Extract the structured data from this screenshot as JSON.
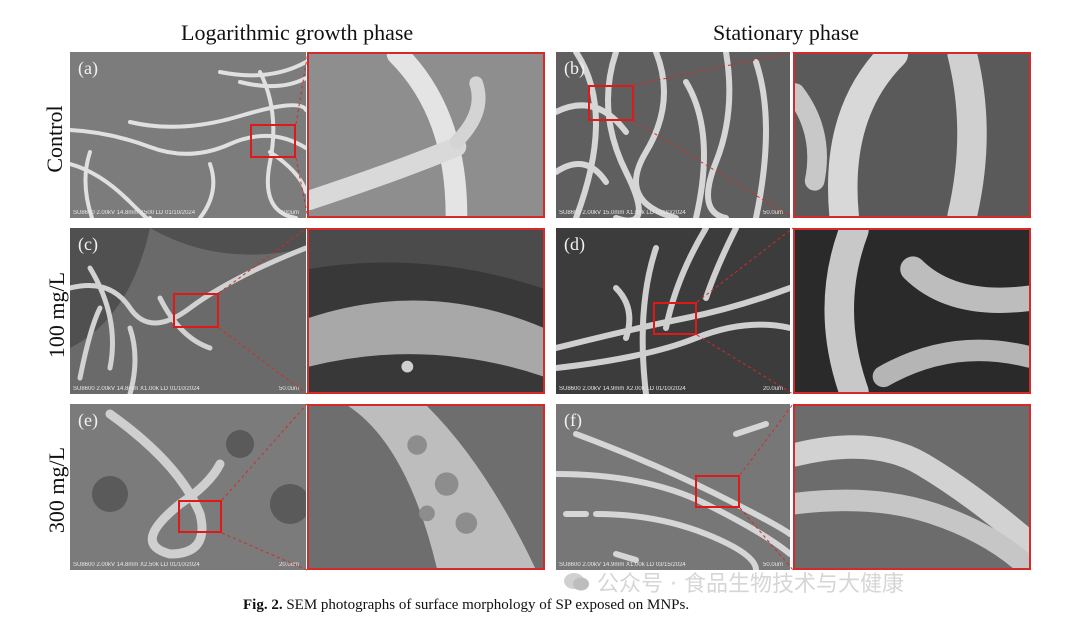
{
  "figure": {
    "columns": [
      "Logarithmic growth phase",
      "Stationary phase"
    ],
    "rows": [
      "Control",
      "100 mg/L",
      "300 mg/L"
    ],
    "panels": [
      {
        "id": "a",
        "label": "(a)",
        "meta": "SU8600 2.00kV 14.8mm X500 LD 01/10/2024",
        "scale": "100um"
      },
      {
        "id": "b",
        "label": "(b)",
        "meta": "SU8600 2.00kV 15.0mm X1.00k LD 03/20/2024",
        "scale": "50.0um"
      },
      {
        "id": "c",
        "label": "(c)",
        "meta": "SU8600 2.00kV 14.8mm X1.00k LD 01/10/2024",
        "scale": "50.0um"
      },
      {
        "id": "d",
        "label": "(d)",
        "meta": "SU8600 2.00kV 14.9mm X2.00k LD 01/10/2024",
        "scale": "20.0um"
      },
      {
        "id": "e",
        "label": "(e)",
        "meta": "SU8600 2.00kV 14.8mm X2.50k LD 01/10/2024",
        "scale": "20.0um"
      },
      {
        "id": "f",
        "label": "(f)",
        "meta": "SU8600 2.00kV 14.9mm X1.00k LD 03/15/2024",
        "scale": "50.0um"
      }
    ],
    "caption_prefix": "Fig. 2.",
    "caption_text": "SEM photographs of surface morphology of SP exposed on MNPs."
  },
  "watermark": {
    "icon": "wechat-icon",
    "text": "公众号 · 食品生物技术与大健康"
  },
  "colors": {
    "roi": "#e01818",
    "sem_bg": "#6e6e6e",
    "filament": "#d9d9d9"
  }
}
